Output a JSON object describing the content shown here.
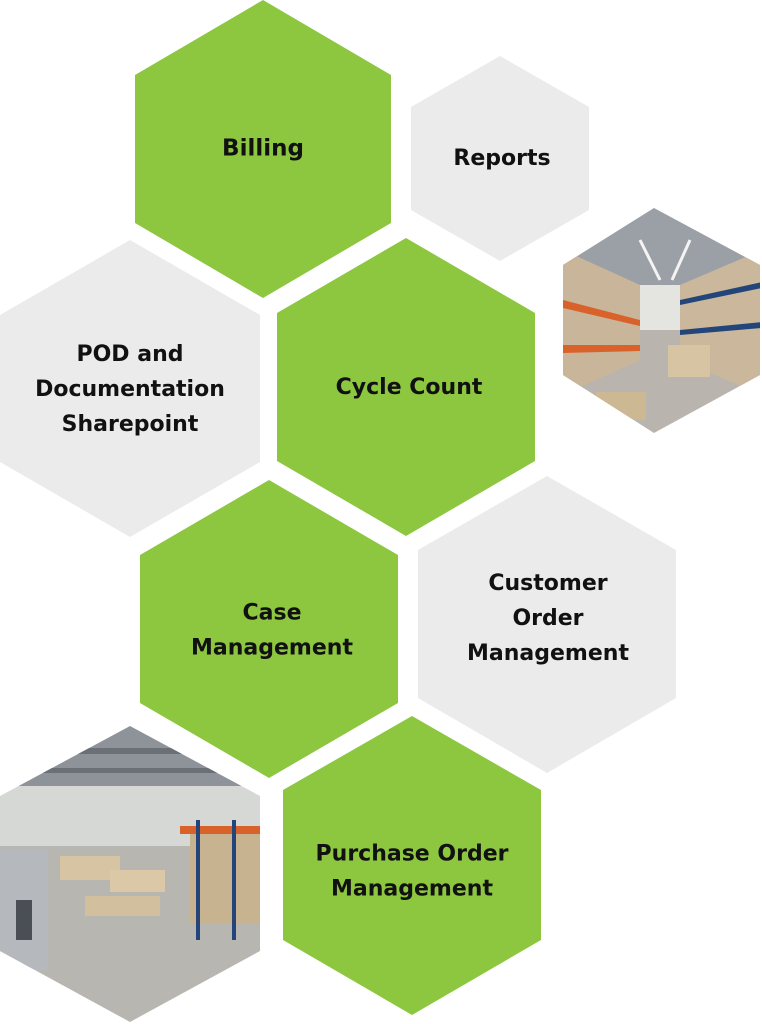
{
  "colors": {
    "accent_green": "#8dc63f",
    "neutral_gray": "#ebebeb",
    "label_text": "#111111",
    "warehouse_floor": "#b9b4ad",
    "rack_orange": "#d9622b",
    "rack_blue": "#24457a",
    "carton_tan": "#d7c4a3",
    "warehouse_wall": "#d6d8d6",
    "warehouse_roof": "#8e9399"
  },
  "tiles": [
    {
      "id": "billing",
      "color": "green",
      "lines": [
        "Billing"
      ]
    },
    {
      "id": "reports",
      "color": "gray",
      "lines": [
        "Reports"
      ]
    },
    {
      "id": "pod-documentation",
      "color": "gray",
      "lines": [
        "POD and",
        "Documentation",
        "Sharepoint"
      ]
    },
    {
      "id": "cycle-count",
      "color": "green",
      "lines": [
        "Cycle Count"
      ]
    },
    {
      "id": "case-management",
      "color": "green",
      "lines": [
        "Case",
        "Management"
      ]
    },
    {
      "id": "customer-order-management",
      "color": "gray",
      "lines": [
        "Customer",
        "Order",
        "Management"
      ]
    },
    {
      "id": "purchase-order-management",
      "color": "green",
      "lines": [
        "Purchase Order",
        "Management"
      ]
    }
  ],
  "photos": [
    {
      "id": "warehouse-aisle",
      "subject": "warehouse-aisle-photo"
    },
    {
      "id": "warehouse-floor",
      "subject": "warehouse-floor-photo"
    }
  ]
}
